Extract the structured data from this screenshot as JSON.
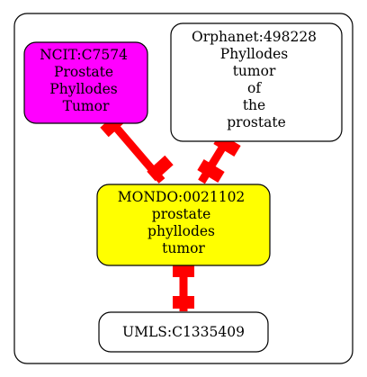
{
  "graph": {
    "nodes": [
      {
        "id": "ncit",
        "lines": [
          "NCIT:C7574",
          "Prostate",
          "Phyllodes",
          "Tumor"
        ],
        "fill": "#ff00ff"
      },
      {
        "id": "orphanet",
        "lines": [
          "Orphanet:498228",
          "Phyllodes",
          "tumor",
          "of",
          "the",
          "prostate"
        ],
        "fill": "#ffffff"
      },
      {
        "id": "mondo",
        "lines": [
          "MONDO:0021102",
          "prostate",
          "phyllodes",
          "tumor"
        ],
        "fill": "#ffff00"
      },
      {
        "id": "umls",
        "lines": [
          "UMLS:C1335409"
        ],
        "fill": "#ffffff"
      }
    ],
    "edges": [
      {
        "from": "ncit",
        "to": "mondo",
        "color": "#ff0000"
      },
      {
        "from": "orphanet",
        "to": "mondo",
        "color": "#ff0000"
      },
      {
        "from": "mondo",
        "to": "umls",
        "color": "#ff0000"
      }
    ]
  }
}
